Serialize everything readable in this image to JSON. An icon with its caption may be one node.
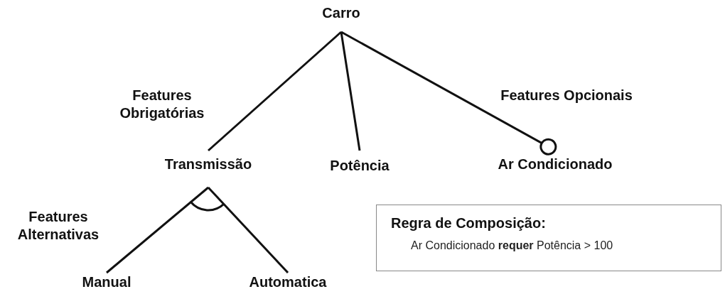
{
  "diagram": {
    "nodes": [
      {
        "text": [
          "Carro"
        ]
      },
      {
        "text": [
          "Transmissão"
        ]
      },
      {
        "text": [
          "Potência"
        ]
      },
      {
        "text": [
          "Ar Condicionado"
        ]
      },
      {
        "text": [
          "Manual"
        ]
      },
      {
        "text": [
          "Automatica"
        ]
      },
      {
        "text": [
          "Regra de Composição:",
          "Ar Condicionado **requer** Potência > 100"
        ]
      }
    ],
    "edges": [
      {
        "from": 0,
        "to": 1,
        "arrow": "none"
      },
      {
        "from": 0,
        "to": 2,
        "arrow": "none"
      },
      {
        "from": 0,
        "to": 3,
        "arrow": "other"
      },
      {
        "from": 1,
        "to": 4,
        "arrow": "none"
      },
      {
        "from": 1,
        "to": 5,
        "arrow": "none"
      }
    ],
    "labels": [
      "Features Obrigatórias",
      "Features Opcionais",
      "Features Alternativas"
    ]
  }
}
